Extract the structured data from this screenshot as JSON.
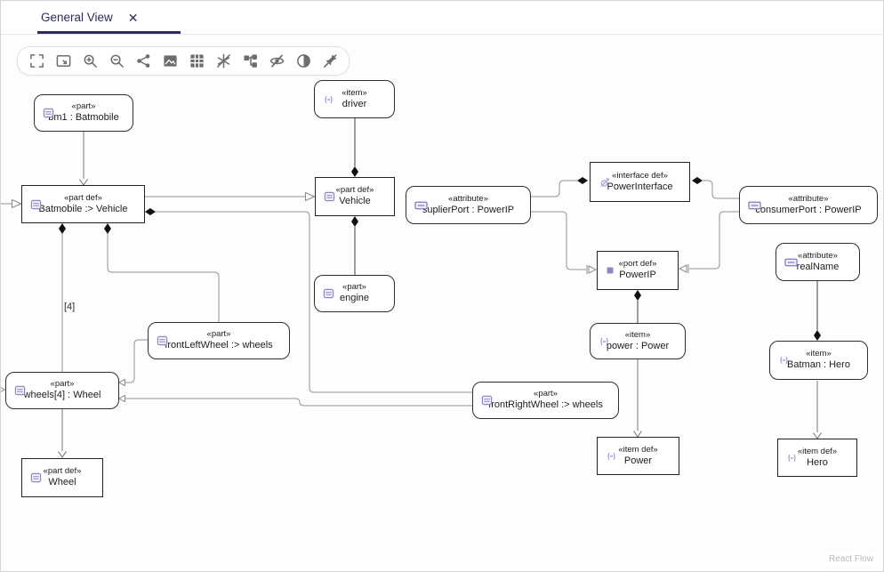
{
  "tab": {
    "label": "General View",
    "close_icon": "✕"
  },
  "toolbar": {
    "buttons": [
      {
        "label": "fit-view",
        "icon": "fullscreen-icon"
      },
      {
        "label": "fit-to-frame",
        "icon": "frame-arrow-icon"
      },
      {
        "label": "zoom-in",
        "icon": "zoom-in-icon"
      },
      {
        "label": "zoom-out",
        "icon": "zoom-out-icon"
      },
      {
        "label": "share",
        "icon": "share-icon"
      },
      {
        "label": "export-image",
        "icon": "image-icon"
      },
      {
        "label": "show-grid",
        "icon": "grid-icon"
      },
      {
        "label": "snap-to-grid-off",
        "icon": "snap-off-icon"
      },
      {
        "label": "auto-layout",
        "icon": "tree-layout-icon"
      },
      {
        "label": "hide-elements",
        "icon": "eye-off-icon"
      },
      {
        "label": "contrast",
        "icon": "contrast-icon"
      },
      {
        "label": "unpin",
        "icon": "pin-off-icon"
      }
    ]
  },
  "nodes": {
    "bm1": {
      "stereotype": "«part»",
      "name": "bm1 : Batmobile",
      "icon": "part-icon"
    },
    "driver": {
      "stereotype": "«item»",
      "name": "driver",
      "icon": "item-icon"
    },
    "batmobileDef": {
      "stereotype": "«part def»",
      "name": "Batmobile :> Vehicle",
      "icon": "part-icon"
    },
    "vehicleDef": {
      "stereotype": "«part def»",
      "name": "Vehicle",
      "icon": "part-icon"
    },
    "suplierPort": {
      "stereotype": "«attribute»",
      "name": "suplierPort : PowerIP",
      "icon": "attribute-icon"
    },
    "powerInterface": {
      "stereotype": "«interface def»",
      "name": "PowerInterface",
      "icon": "interface-icon"
    },
    "consumerPort": {
      "stereotype": "«attribute»",
      "name": "consumerPort : PowerIP",
      "icon": "attribute-icon"
    },
    "engine": {
      "stereotype": "«part»",
      "name": "engine",
      "icon": "part-icon"
    },
    "powerIP": {
      "stereotype": "«port def»",
      "name": "PowerIP",
      "icon": "port-icon"
    },
    "realName": {
      "stereotype": "«attribute»",
      "name": "realName",
      "icon": "attribute-icon"
    },
    "frontLeftWheel": {
      "stereotype": "«part»",
      "name": "frontLeftWheel :> wheels",
      "icon": "part-icon"
    },
    "power": {
      "stereotype": "«item»",
      "name": "power : Power",
      "icon": "item-icon"
    },
    "batman": {
      "stereotype": "«item»",
      "name": "Batman : Hero",
      "icon": "item-icon"
    },
    "wheels": {
      "stereotype": "«part»",
      "name": "wheels[4] : Wheel",
      "icon": "part-icon"
    },
    "frontRightWheel": {
      "stereotype": "«part»",
      "name": "frontRightWheel :> wheels",
      "icon": "part-icon"
    },
    "powerDef": {
      "stereotype": "«item def»",
      "name": "Power",
      "icon": "item-icon"
    },
    "heroDef": {
      "stereotype": "«item def»",
      "name": "Hero",
      "icon": "item-icon"
    },
    "wheelDef": {
      "stereotype": "«part def»",
      "name": "Wheel",
      "icon": "part-icon"
    }
  },
  "diagram": {
    "multiplicity_label": "[4]"
  },
  "attribution": "React Flow",
  "colors": {
    "accent": "#2d2b5e",
    "icon_purple": "#8d89c6",
    "edge_gray": "#949494",
    "diamond_black": "#111111"
  }
}
